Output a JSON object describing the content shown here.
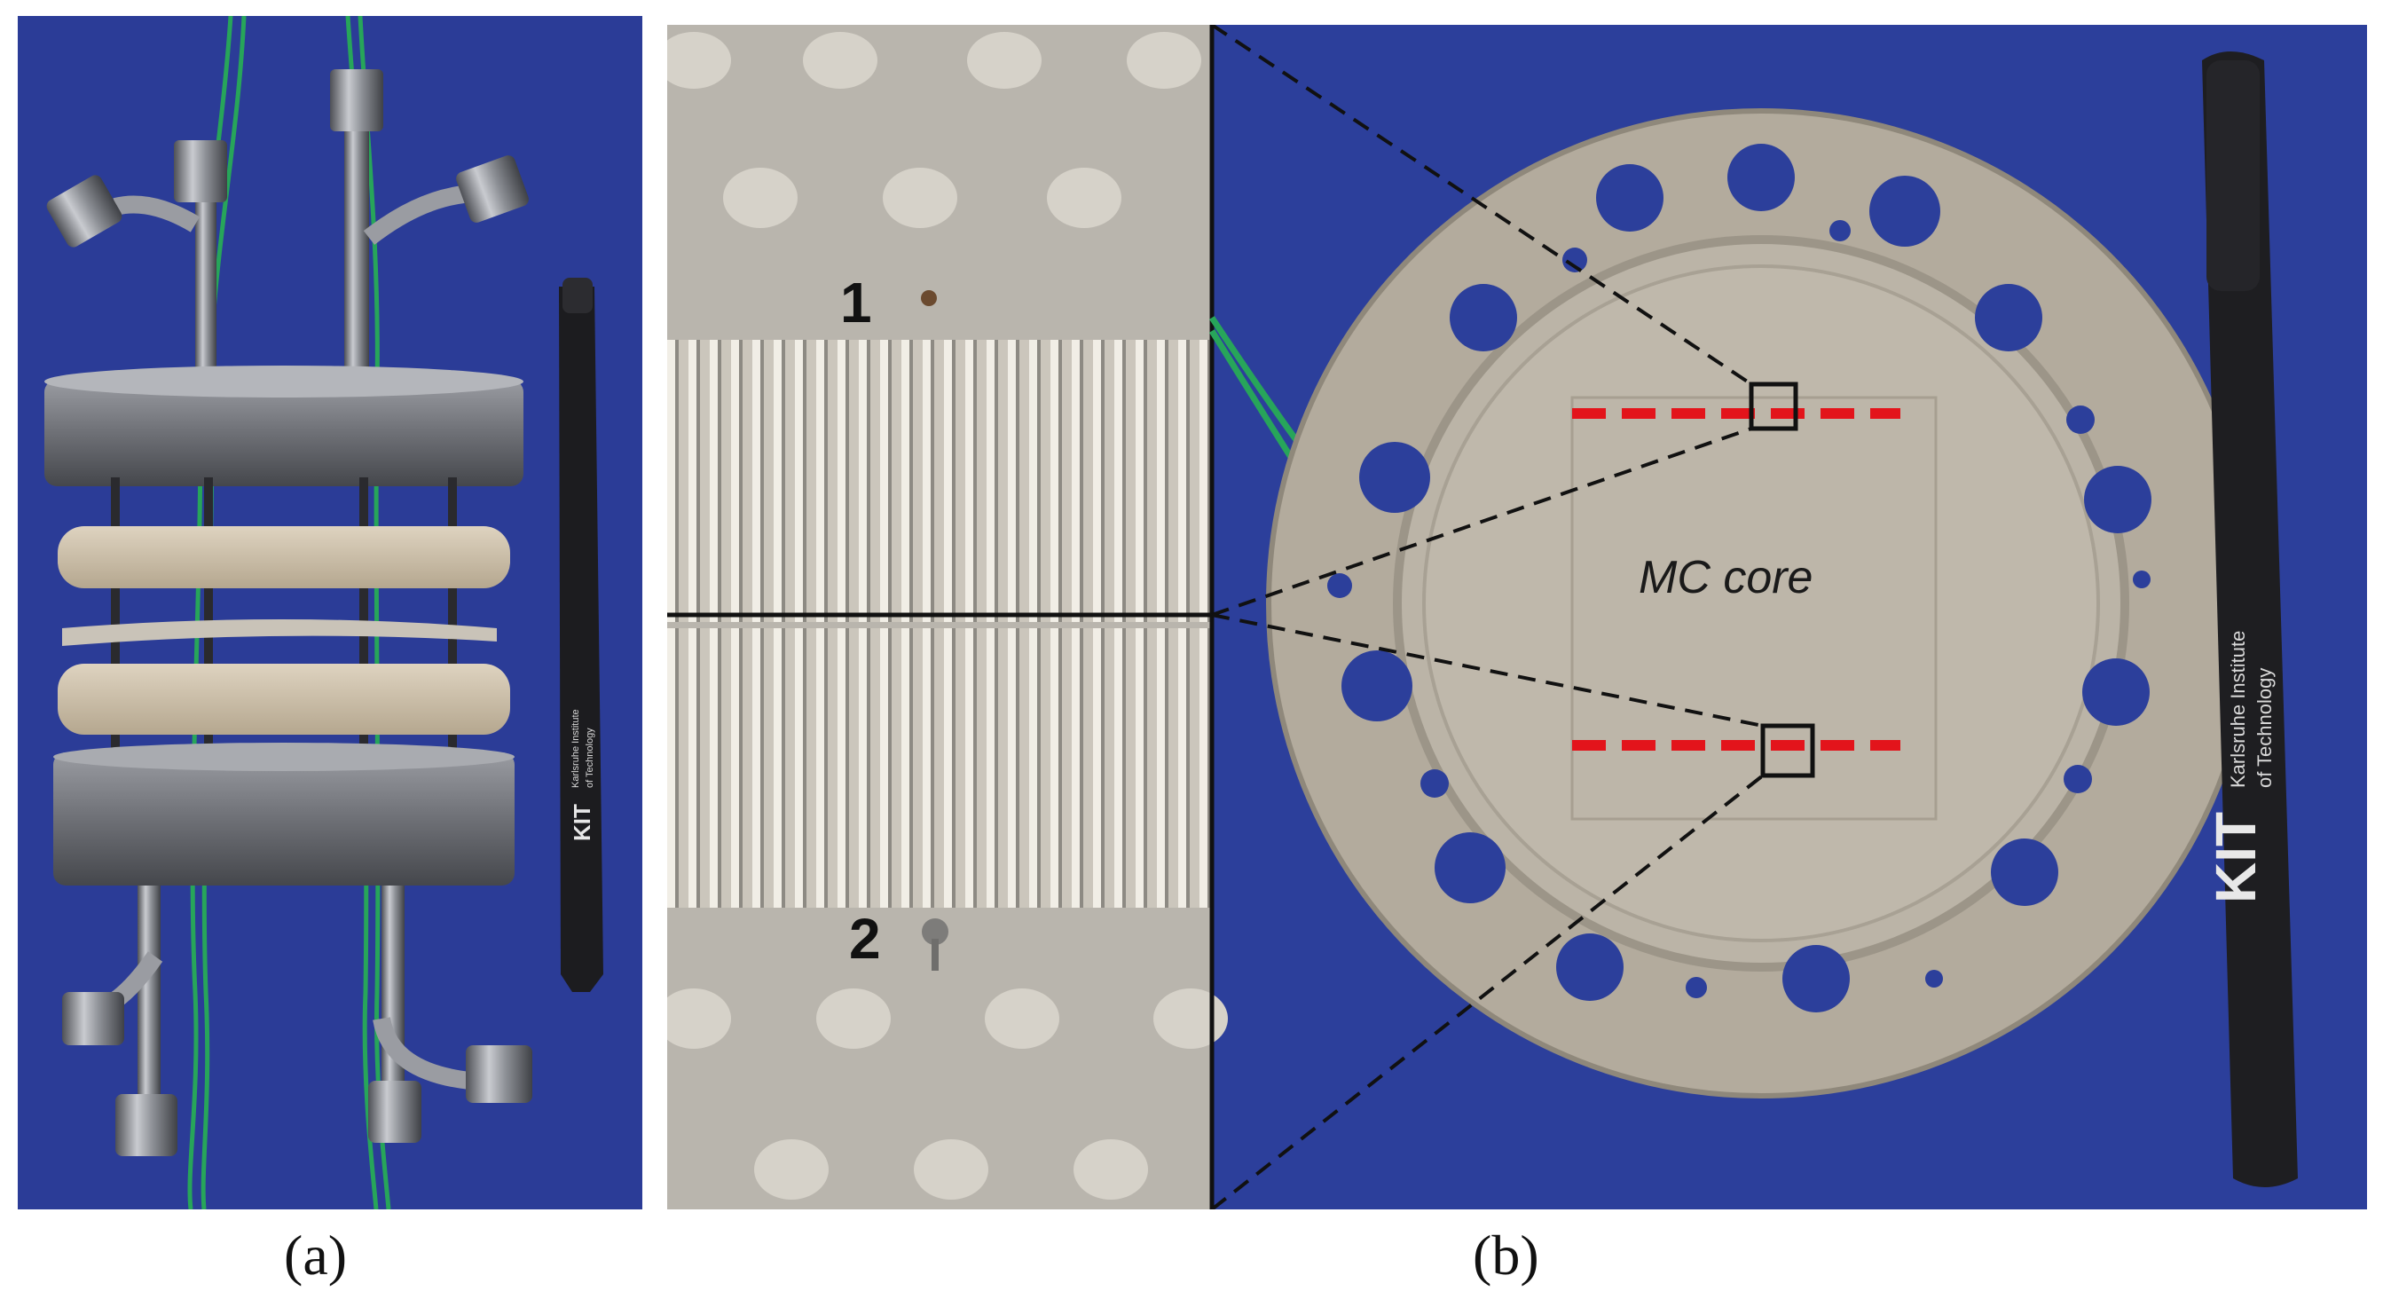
{
  "figure": {
    "panel_a": {
      "caption": "(a)",
      "pen_brand": "KIT",
      "pen_text_1": "Karlsruhe Institute",
      "pen_text_2": "of Technology"
    },
    "panel_b": {
      "caption": "(b)",
      "zoom_label_1": "1",
      "zoom_label_2": "2",
      "core_label": "MC core",
      "pen_brand": "KIT",
      "pen_text_1": "Karlsruhe Institute",
      "pen_text_2": "of Technology"
    }
  },
  "colors": {
    "background_blue": "#2c3f9b",
    "plate_beige": "#b3ab9d",
    "dashed_red": "#e3141b",
    "tube_green": "#27a55a",
    "steel": "#8e9096"
  }
}
